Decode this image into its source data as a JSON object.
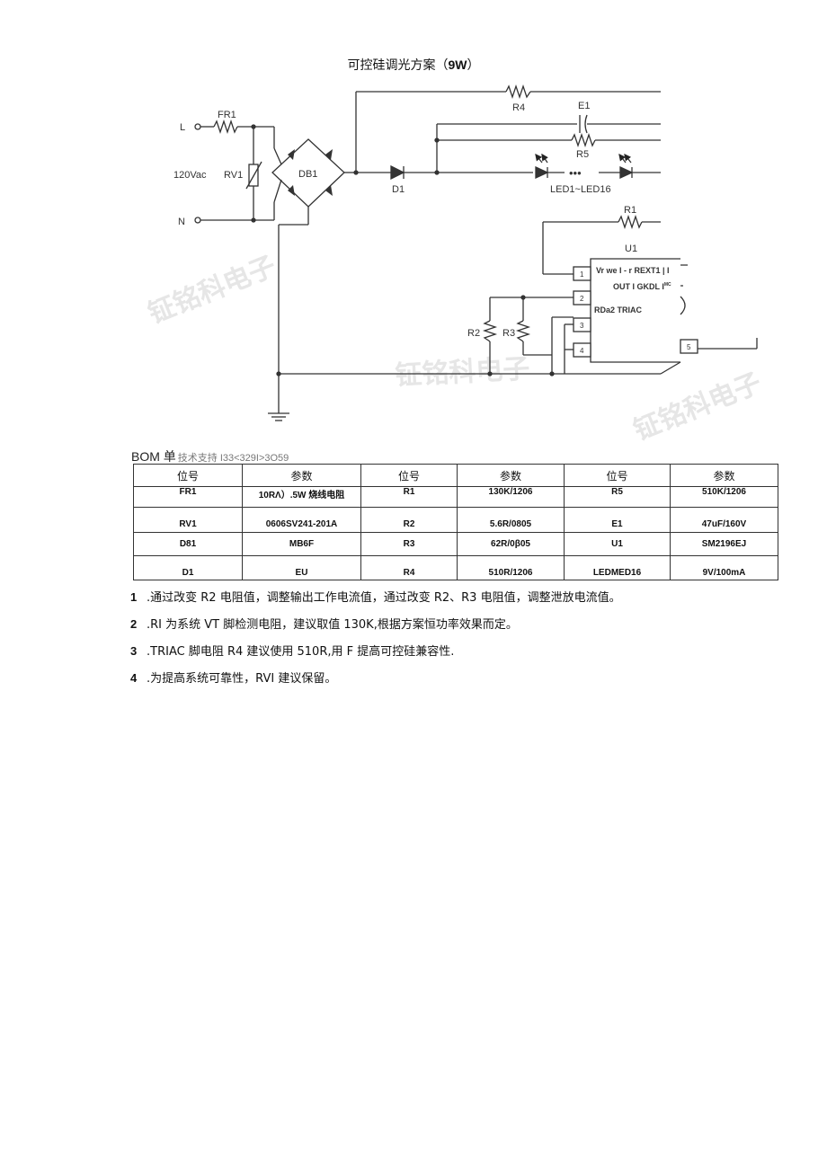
{
  "title": {
    "text": "可控硅调光方案（",
    "bold": "9W",
    "end": "）"
  },
  "schematic": {
    "labels": {
      "L": "L",
      "N": "N",
      "FR1": "FR1",
      "RV1": "RV1",
      "vac": "120Vac",
      "DB1": "DB1",
      "D1": "D1",
      "R4": "R4",
      "E1": "E1",
      "R5": "R5",
      "LED": "LED1~LED16",
      "R1": "R1",
      "U1": "U1",
      "R2": "R2",
      "R3": "R3",
      "pin1": "1",
      "pin2": "2",
      "pin3": "3",
      "pin4": "4",
      "pin5": "5",
      "chip_line1": "Vr we I - r REXT1 | I",
      "chip_line2": "OUT I GKDL I",
      "chip_line2_sup": "MC",
      "chip_line3": "RDa2 TRIAC",
      "dots": "•••",
      "watermark": "钲铭科电子"
    }
  },
  "bom": {
    "heading": "BOM 单",
    "subheading": "技术支持 I33<329I>3O59",
    "header": [
      "位号",
      "参数",
      "位号",
      "参数",
      "位号",
      "参数"
    ],
    "rows": [
      [
        "FR1",
        "10RΛ）.5W 烧线电阻",
        "R1",
        "130K/1206",
        "R5",
        "510K/1206"
      ],
      [
        "RV1",
        "0606SV241-201A",
        "R2",
        "5.6R/0805",
        "E1",
        "47uF/160V"
      ],
      [
        "D81",
        "MB6F",
        "R3",
        "62R/0β05",
        "U1",
        "SM2196EJ"
      ],
      [
        "D1",
        "EU",
        "R4",
        "510R/1206",
        "LEDMED16",
        "9V/100mA"
      ]
    ]
  },
  "notes": [
    {
      "num": "1",
      "text": ".通过改变 R2 电阻值，调整输出工作电流值，通过改变 R2、R3 电阻值，调整泄放电流值。"
    },
    {
      "num": "2",
      "text": ".RI 为系统 VT 脚检测电阻，建议取值 130K,根据方案恒功率效果而定。"
    },
    {
      "num": "3",
      "text": ".TRIAC 脚电阻 R4 建议使用 510R,用 F 提高可控硅兼容性."
    },
    {
      "num": "4",
      "text": ".为提高系统可靠性，RVI 建议保留。"
    }
  ]
}
